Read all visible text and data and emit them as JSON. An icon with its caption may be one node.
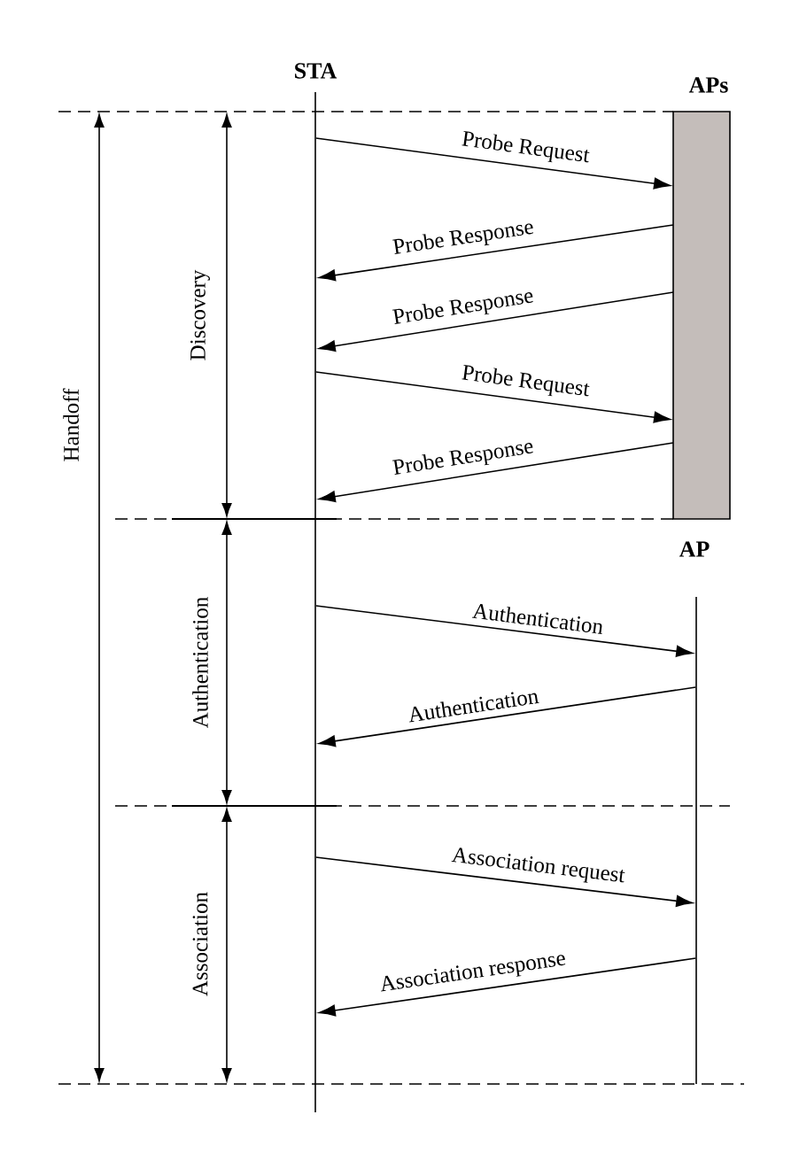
{
  "diagram": {
    "nodes": [
      {
        "text": [
          "STA"
        ]
      },
      {
        "text": [
          "APs"
        ]
      },
      {
        "text": [
          "AP"
        ]
      }
    ],
    "edges": [
      {
        "from": 0,
        "to": 1,
        "arrow": "to",
        "label": "Probe Request"
      },
      {
        "from": 1,
        "to": 0,
        "arrow": "to",
        "label": "Probe Response"
      },
      {
        "from": 1,
        "to": 0,
        "arrow": "to",
        "label": "Probe Response"
      },
      {
        "from": 0,
        "to": 1,
        "arrow": "to",
        "label": "Probe Request"
      },
      {
        "from": 1,
        "to": 0,
        "arrow": "to",
        "label": "Probe Response"
      },
      {
        "from": 0,
        "to": 2,
        "arrow": "to",
        "label": "Authentication"
      },
      {
        "from": 2,
        "to": 0,
        "arrow": "to",
        "label": "Authentication"
      },
      {
        "from": 0,
        "to": 2,
        "arrow": "to",
        "label": "Association request"
      },
      {
        "from": 2,
        "to": 0,
        "arrow": "to",
        "label": "Association response"
      }
    ],
    "labels": [
      "Handoff",
      "Discovery",
      "Authentication",
      "Association"
    ]
  }
}
